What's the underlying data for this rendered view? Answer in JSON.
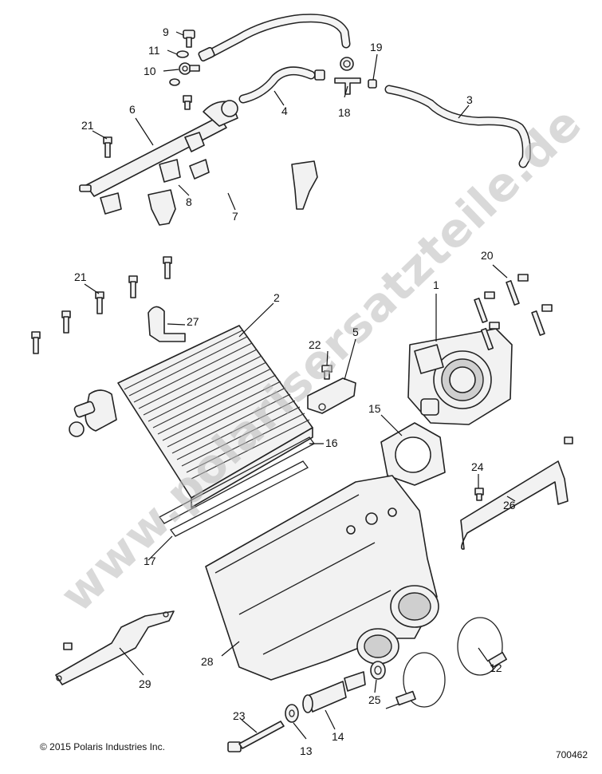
{
  "diagram": {
    "callouts": [
      "1",
      "2",
      "3",
      "4",
      "5",
      "6",
      "7",
      "8",
      "9",
      "10",
      "11",
      "12",
      "13",
      "14",
      "15",
      "16",
      "17",
      "18",
      "19",
      "20",
      "21",
      "21",
      "22",
      "23",
      "24",
      "25",
      "26",
      "27",
      "28",
      "29"
    ],
    "watermark": "www.polarisersatzteile.de",
    "copyright": "© 2015 Polaris Industries Inc.",
    "drawing_number": "700462"
  }
}
